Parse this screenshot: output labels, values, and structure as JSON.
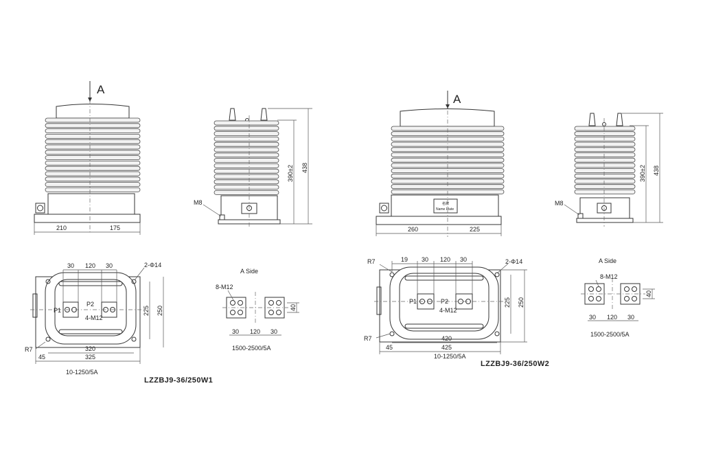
{
  "left": {
    "front": {
      "view_arrow": "A",
      "dims": [
        "210",
        "175"
      ]
    },
    "side": {
      "bolt": "M8",
      "dims": [
        "390±2",
        "438"
      ]
    },
    "base": {
      "dims": [
        "30",
        "120",
        "30",
        "2-Φ14",
        "225",
        "250",
        "320",
        "325",
        "45",
        "R7"
      ],
      "terminals": [
        "P1",
        "P2",
        "4-M12"
      ],
      "ratio": "10-1250/5A"
    },
    "a_side": {
      "title": "A Side",
      "bolts": "8-M12",
      "dims": [
        "40",
        "30",
        "120",
        "30"
      ],
      "ratio": "1500-2500/5A"
    },
    "model": "LZZBJ9-36/250W1"
  },
  "right": {
    "front": {
      "view_arrow": "A",
      "nameplate": [
        "名牌",
        "Name Plate"
      ],
      "dims": [
        "260",
        "225"
      ]
    },
    "side": {
      "bolt": "M8",
      "dims": [
        "390±2",
        "438"
      ]
    },
    "base": {
      "dims": [
        "R7",
        "19",
        "30",
        "120",
        "30",
        "2-Φ14",
        "225",
        "250",
        "420",
        "425",
        "45",
        "R7"
      ],
      "terminals": [
        "P1",
        "P2",
        "4-M12"
      ],
      "ratio": "10-1250/5A"
    },
    "a_side": {
      "title": "A Side",
      "bolts": "8-M12",
      "dims": [
        "40",
        "30",
        "120",
        "30"
      ],
      "ratio": "1500-2500/5A"
    },
    "model": "LZZBJ9-36/250W2"
  }
}
